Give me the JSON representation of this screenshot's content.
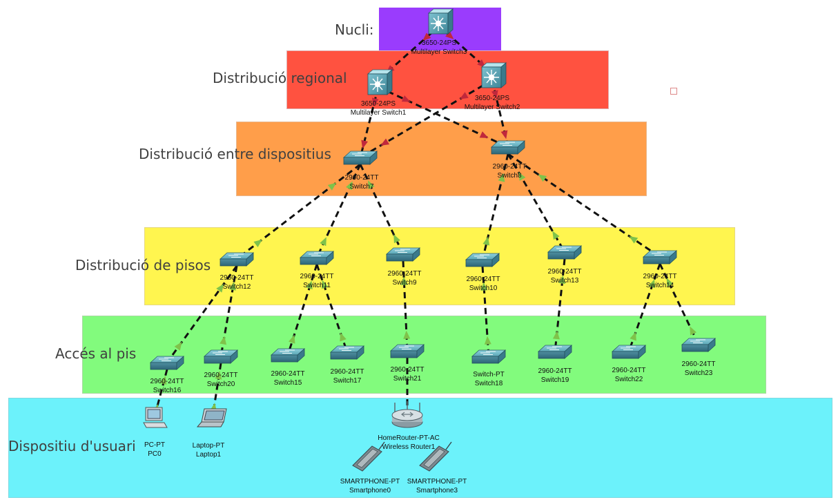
{
  "layers": {
    "nucli": "Nucli:",
    "regional": "Distribució regional",
    "dispositius": "Distribució entre dispositius",
    "pisos": "Distribució de pisos",
    "acces": "Accés al pis",
    "usuari": "Dispositiu d'usuari"
  },
  "colors": {
    "nucli": "#9a3cfd",
    "regional": "#ff5240",
    "dispositius": "#ff9e4a",
    "pisos": "#fff54f",
    "acces": "#82fb7d",
    "usuari": "#6cf2fb",
    "link_up": "#7fc24a",
    "link_down": "#c0283c"
  },
  "devices": [
    {
      "id": "ms3",
      "kind": "multilayer",
      "model": "3650-24PS",
      "name": "Multilayer Switch3"
    },
    {
      "id": "ms1",
      "kind": "multilayer",
      "model": "3650-24PS",
      "name": "Multilayer Switch1"
    },
    {
      "id": "ms2",
      "kind": "multilayer",
      "model": "3650-24PS",
      "name": "Multilayer Switch2"
    },
    {
      "id": "sw7",
      "kind": "switch",
      "model": "2960-24TT",
      "name": "Switch7"
    },
    {
      "id": "sw8",
      "kind": "switch",
      "model": "2960-24TT",
      "name": "Switch8"
    },
    {
      "id": "sw12",
      "kind": "switch",
      "model": "2960-24TT",
      "name": "Switch12"
    },
    {
      "id": "sw11",
      "kind": "switch",
      "model": "2960-24TT",
      "name": "Switch11"
    },
    {
      "id": "sw9",
      "kind": "switch",
      "model": "2960-24TT",
      "name": "Switch9"
    },
    {
      "id": "sw10",
      "kind": "switch",
      "model": "2960-24TT",
      "name": "Switch10"
    },
    {
      "id": "sw13",
      "kind": "switch",
      "model": "2960-24TT",
      "name": "Switch13"
    },
    {
      "id": "sw14",
      "kind": "switch",
      "model": "2960-24TT",
      "name": "Switch14"
    },
    {
      "id": "sw16",
      "kind": "switch",
      "model": "2960-24TT",
      "name": "Switch16"
    },
    {
      "id": "sw20",
      "kind": "switch",
      "model": "2960-24TT",
      "name": "Switch20"
    },
    {
      "id": "sw15",
      "kind": "switch",
      "model": "2960-24TT",
      "name": "Switch15"
    },
    {
      "id": "sw17",
      "kind": "switch",
      "model": "2960-24TT",
      "name": "Switch17"
    },
    {
      "id": "sw21",
      "kind": "switch",
      "model": "2960-24TT",
      "name": "Switch21"
    },
    {
      "id": "sw18",
      "kind": "switch",
      "model": "Switch-PT",
      "name": "Switch18"
    },
    {
      "id": "sw19",
      "kind": "switch",
      "model": "2960-24TT",
      "name": "Switch19"
    },
    {
      "id": "sw22",
      "kind": "switch",
      "model": "2960-24TT",
      "name": "Switch22"
    },
    {
      "id": "sw23",
      "kind": "switch",
      "model": "2960-24TT",
      "name": "Switch23"
    },
    {
      "id": "pc0",
      "kind": "pc",
      "model": "PC-PT",
      "name": "PC0"
    },
    {
      "id": "lap1",
      "kind": "laptop",
      "model": "Laptop-PT",
      "name": "Laptop1"
    },
    {
      "id": "wr1",
      "kind": "router",
      "model": "HomeRouter-PT-AC",
      "name": "Wireless Router1"
    },
    {
      "id": "sp0",
      "kind": "phone",
      "model": "SMARTPHONE-PT",
      "name": "Smartphone0"
    },
    {
      "id": "sp3",
      "kind": "phone",
      "model": "SMARTPHONE-PT",
      "name": "Smartphone3"
    }
  ],
  "links": [
    [
      "ms3",
      "ms1",
      "red"
    ],
    [
      "ms3",
      "ms2",
      "red"
    ],
    [
      "ms1",
      "sw7",
      "red"
    ],
    [
      "ms1",
      "sw8",
      "red"
    ],
    [
      "ms2",
      "sw7",
      "red"
    ],
    [
      "ms2",
      "sw8",
      "red"
    ],
    [
      "sw7",
      "sw12",
      "green"
    ],
    [
      "sw7",
      "sw11",
      "green"
    ],
    [
      "sw7",
      "sw9",
      "green"
    ],
    [
      "sw8",
      "sw10",
      "green"
    ],
    [
      "sw8",
      "sw13",
      "green"
    ],
    [
      "sw8",
      "sw14",
      "green"
    ],
    [
      "sw12",
      "sw16",
      "green"
    ],
    [
      "sw12",
      "sw20",
      "green"
    ],
    [
      "sw11",
      "sw15",
      "green"
    ],
    [
      "sw11",
      "sw17",
      "green"
    ],
    [
      "sw9",
      "sw21",
      "green"
    ],
    [
      "sw10",
      "sw18",
      "green"
    ],
    [
      "sw13",
      "sw19",
      "green"
    ],
    [
      "sw14",
      "sw22",
      "green"
    ],
    [
      "sw14",
      "sw23",
      "green"
    ],
    [
      "sw16",
      "pc0",
      "green"
    ],
    [
      "sw20",
      "lap1",
      "green"
    ],
    [
      "sw21",
      "wr1",
      "none"
    ]
  ]
}
